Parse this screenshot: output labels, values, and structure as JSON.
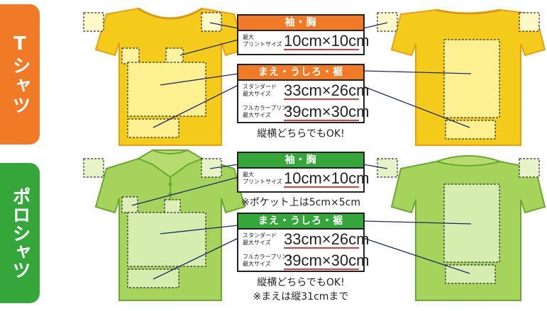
{
  "tshirt": {
    "label": "Tシャツ",
    "label_color": "#f07a26",
    "shirt_color": "#f5cb1b",
    "sleeve_box": {
      "title": "袖・胸",
      "rows": [
        {
          "sub": "最大\nプリントサイズ",
          "value": "10cm×10cm"
        }
      ]
    },
    "body_box": {
      "title": "まえ・うしろ・裾",
      "rows": [
        {
          "sub": "スタンダード\n最大サイズ",
          "value": "33cm×26cm"
        },
        {
          "sub": "フルカラープリント\n最大サイズ",
          "value": "39cm×30cm"
        }
      ]
    },
    "note": "縦横どちらでもOK!"
  },
  "polo": {
    "label": "ポロシャツ",
    "label_color": "#35a63a",
    "shirt_color": "#a6d35c",
    "sleeve_box": {
      "title": "袖・胸",
      "rows": [
        {
          "sub": "最大\nプリントサイズ",
          "value": "10cm×10cm"
        }
      ]
    },
    "pocket_note": "※ポケット上は5cm×5cm",
    "body_box": {
      "title": "まえ・うしろ・裾",
      "rows": [
        {
          "sub": "スタンダード\n最大サイズ",
          "value": "33cm×26cm"
        },
        {
          "sub": "フルカラープリント\n最大サイズ",
          "value": "39cm×30cm"
        }
      ]
    },
    "note": "縦横どちらでもOK!",
    "note2": "※まえは縦31cmまで"
  }
}
